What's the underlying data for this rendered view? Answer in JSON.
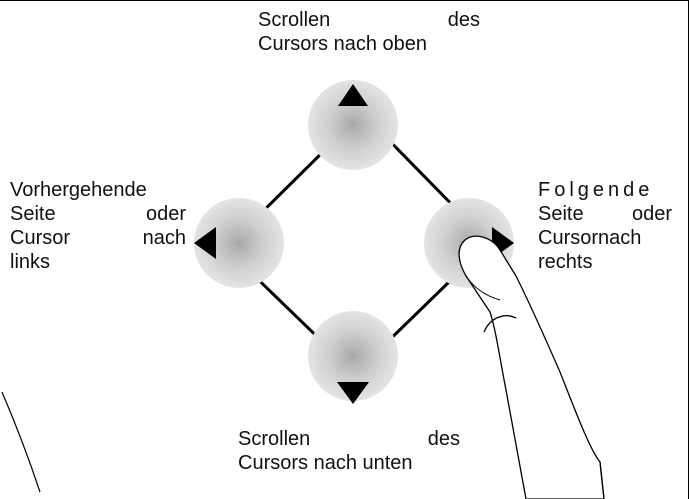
{
  "labels": {
    "up": {
      "line1": "Scrollen des",
      "line2": "Cursors nach oben"
    },
    "down": {
      "line1": "Scrollen des",
      "line2": "Cursors nach unten"
    },
    "left": {
      "line1": "Vorhergehende",
      "line2": "Seite oder",
      "line3": "Cursor nach",
      "line4": "links"
    },
    "right": {
      "line1": "Folgende",
      "line2": "Seite oder",
      "line3": "Cursornach",
      "line4": "rechts"
    }
  },
  "icons": {
    "up": "triangle-up-icon",
    "down": "triangle-down-icon",
    "left": "triangle-left-icon",
    "right": "triangle-right-icon",
    "finger": "pointing-finger-icon"
  },
  "colors": {
    "button_shade_center": "#b8b8b8",
    "button_shade_edge": "#e6e6e6",
    "stroke": "#000000"
  }
}
